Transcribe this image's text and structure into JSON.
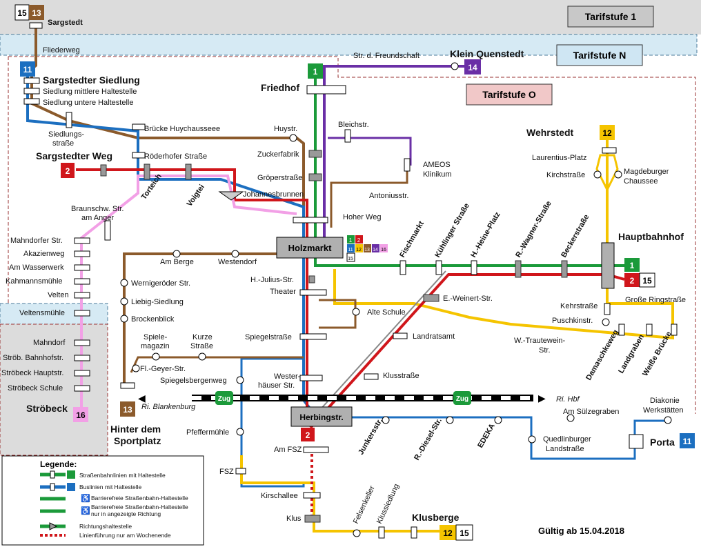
{
  "zones": {
    "tarif1": "Tarifstufe 1",
    "tarifN": "Tarifstufe N",
    "tarifO": "Tarifstufe O"
  },
  "colors": {
    "tram1": "#1b9a3a",
    "tram2": "#d0161b",
    "bus11": "#1c6fc0",
    "bus12": "#f5c400",
    "bus13": "#8b5a2b",
    "bus14": "#6a2fa6",
    "bus16": "#f2a0e6",
    "bus15": "#888888"
  },
  "badges": {
    "b15": "15",
    "b13": "13",
    "b11": "11",
    "b1": "1",
    "b14": "14",
    "b12": "12",
    "b2": "2",
    "b16": "16"
  },
  "stations": {
    "sargstedt": "Sargstedt",
    "fliederweg": "Fliederweg",
    "sargSiedlung": "Sargstedter Siedlung",
    "siedlMittel": "Siedlung mittlere Haltestelle",
    "siedlUntere": "Siedlung untere Haltestelle",
    "siedlStr1": "Siedlungs-",
    "siedlStr2": "straße",
    "bruecke": "Brücke Huychausseee",
    "roederhofer": "Röderhofer Straße",
    "sargWeg": "Sargstedter Weg",
    "torteich": "Torteich",
    "voigtei": "Voigtei",
    "johannes": "Johannesbrunnen",
    "braun1": "Braunschw. Str.",
    "braun2": "am Anger",
    "friedhof": "Friedhof",
    "freundschaft": "Str. d. Freundschaft",
    "kleinQ": "Klein Quenstedt",
    "huystr": "Huystr.",
    "bleichstr": "Bleichstr.",
    "zucker": "Zuckerfabrik",
    "groeper": "Gröperstraße",
    "ameos1": "AMEOS",
    "ameos2": "Klinikum",
    "antonius": "Antoniusstr.",
    "hoherWeg": "Hoher Weg",
    "holzmarkt": "Holzmarkt",
    "mahndorferStr": "Mahndorfer Str.",
    "akazien": "Akazienweg",
    "wasserwerk": "Am Wasserwerk",
    "kahmann": "Kahmannsmühle",
    "velten": "Velten",
    "veltensmuehle": "Veltensmühle",
    "mahndorf": "Mahndorf",
    "stroebBahnhof": "Ströb. Bahnhofstr.",
    "stroebHaupt": "Ströbeck Hauptstr.",
    "stroebSchule": "Ströbeck Schule",
    "stroebeck": "Ströbeck",
    "amBerge": "Am Berge",
    "westendorf": "Westendorf",
    "wernigeroeder": "Wernigeröder Str.",
    "liebig": "Liebig-Siedlung",
    "brockenblick": "Brockenblick",
    "spiele1": "Spiele-",
    "spiele2": "magazin",
    "kurze1": "Kurze",
    "kurze2": "Straße",
    "flGeyer": "Fl.-Geyer-Str.",
    "spiegelsberg": "Spiegelsbergenweg",
    "hinter1": "Hinter dem",
    "hinter2": "Sportplatz",
    "julius": "H.-Julius-Str.",
    "theater": "Theater",
    "alteSchule": "Alte Schule",
    "spiegelstr": "Spiegelstraße",
    "wester1": "Wester-",
    "wester2": "häuser Str.",
    "herbing": "Herbingstr.",
    "pfeffer": "Pfeffermühle",
    "amFsz": "Am FSZ",
    "fsz": "FSZ",
    "kirschallee": "Kirschallee",
    "klus": "Klus",
    "felsenkeller": "Felsenkeller",
    "klussiedlung": "Klussiedlung",
    "klusberge": "Klusberge",
    "fischmarkt": "Fischmarkt",
    "kuehlinger": "Kühlinger Straße",
    "heine": "H.-Heine-Platz",
    "wagner": "R.-Wagner-Straße",
    "becker": "Beckerstraße",
    "hbf": "Hauptbahnhof",
    "weinert": "E.-Weinert-Str.",
    "landrat": "Landratsamt",
    "klusstr": "Klusstraße",
    "wehrstedt": "Wehrstedt",
    "laurentius": "Laurentius-Platz",
    "kirchstr": "Kirchstraße",
    "magdeb1": "Magdeburger",
    "magdeb2": "Chaussee",
    "kehrstr": "Kehrstraße",
    "grosseRing": "Große Ringstraße",
    "puschkin": "Puschkinstr.",
    "trautewein1": "W.-Trautewein-",
    "trautewein2": "Str.",
    "damaschke": "Damaschkeweg",
    "landgraben": "Landgraben",
    "weisseBruecke": "Weiße Brücke",
    "riBlank": "Ri. Blankenburg",
    "riHbf": "Ri. Hbf",
    "zug": "Zug",
    "junkers": "Junkersstr.",
    "diesel": "R.-Diesel-Str.",
    "edeka": "EDEKA",
    "suelz": "Am Sülzegraben",
    "diakonie1": "Diakonie",
    "diakonie2": "Werkstätten",
    "quedl1": "Quedlinburger",
    "quedl2": "Landstraße",
    "porta": "Porta"
  },
  "legend": {
    "title": "Legende:",
    "tram": "Straßenbahnlinien mit Haltestelle",
    "bus": "Buslinien mit Haltestelle",
    "barrierefrei": "Barrierefreie Straßenbahn-Haltestelle",
    "barrierefreiRicht1": "Barrierefreie Straßenbahn-Haltestelle",
    "barrierefreiRicht2": "nur in angezeigte Richtung",
    "richtung": "Richtungshaltestelle",
    "wochenende": "Linienführung nur am Wochenende"
  },
  "validity": "Gültig ab 15.04.2018"
}
